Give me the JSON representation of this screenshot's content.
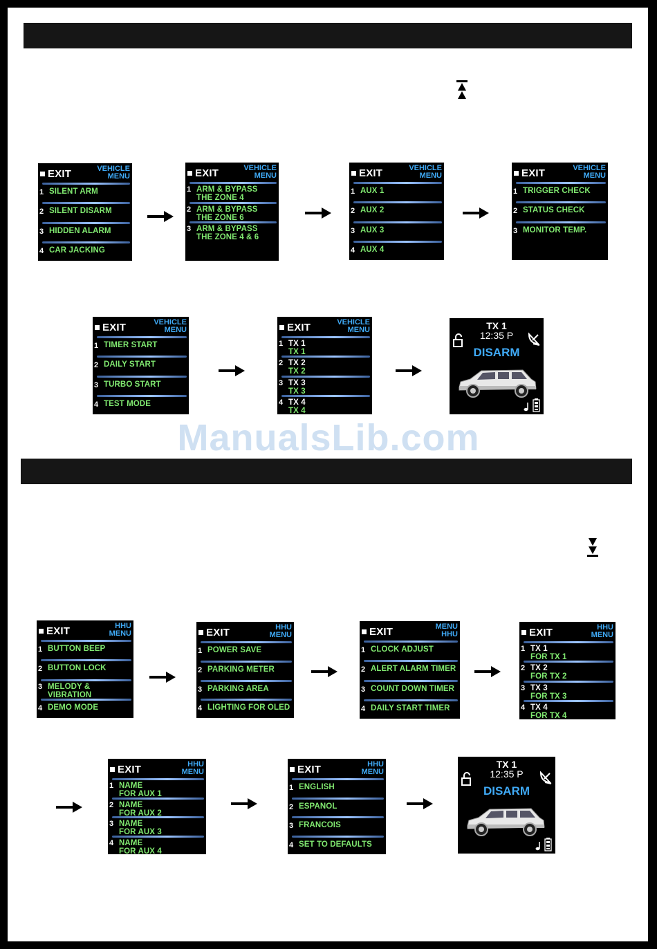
{
  "watermark": "ManualsLib.com",
  "common": {
    "exit": "EXIT"
  },
  "tags": {
    "vehicle": "VEHICLE\nMENU",
    "hhu": "HHU\nMENU",
    "menu_hhu": "MENU\nHHU"
  },
  "screens": {
    "v1": [
      [
        "1",
        "SILENT ARM"
      ],
      [
        "2",
        "SILENT DISARM"
      ],
      [
        "3",
        "HIDDEN ALARM"
      ],
      [
        "4",
        "CAR JACKING"
      ]
    ],
    "v2": [
      [
        "1",
        "ARM & BYPASS",
        "THE ZONE 4"
      ],
      [
        "2",
        "ARM & BYPASS",
        "THE ZONE 6"
      ],
      [
        "3",
        "ARM & BYPASS",
        "THE ZONE 4 & 6"
      ]
    ],
    "v3": [
      [
        "1",
        "AUX  1"
      ],
      [
        "2",
        "AUX  2"
      ],
      [
        "3",
        "AUX  3"
      ],
      [
        "4",
        "AUX  4"
      ]
    ],
    "v4": [
      [
        "1",
        "TRIGGER CHECK"
      ],
      [
        "2",
        "STATUS  CHECK"
      ],
      [
        "3",
        "MONITOR TEMP."
      ]
    ],
    "v5": [
      [
        "1",
        "TIMER START"
      ],
      [
        "2",
        "DAILY START"
      ],
      [
        "3",
        "TURBO START"
      ],
      [
        "4",
        "TEST MODE"
      ]
    ],
    "v6": [
      [
        "1",
        "TX 1",
        "TX 1"
      ],
      [
        "2",
        "TX 2",
        "TX 2"
      ],
      [
        "3",
        "TX 3",
        "TX 3"
      ],
      [
        "4",
        "TX 4",
        "TX 4"
      ]
    ],
    "h1": [
      [
        "1",
        "BUTTON BEEP"
      ],
      [
        "2",
        "BUTTON LOCK"
      ],
      [
        "3",
        "MELODY &",
        "VIBRATION"
      ],
      [
        "4",
        "DEMO MODE"
      ]
    ],
    "h2": [
      [
        "1",
        "POWER SAVE"
      ],
      [
        "2",
        "PARKING METER"
      ],
      [
        "3",
        "PARKING AREA"
      ],
      [
        "4",
        "LIGHTING FOR OLED"
      ]
    ],
    "h3": [
      [
        "1",
        "CLOCK ADJUST"
      ],
      [
        "2",
        "ALERT ALARM TIMER"
      ],
      [
        "3",
        "COUNT DOWN TIMER"
      ],
      [
        "4",
        "DAILY START TIMER"
      ]
    ],
    "h4": [
      [
        "1",
        "TX 1",
        "FOR TX 1"
      ],
      [
        "2",
        "TX 2",
        "FOR TX 2"
      ],
      [
        "3",
        "TX 3",
        "FOR TX 3"
      ],
      [
        "4",
        "TX 4",
        "FOR TX 4"
      ]
    ],
    "h5": [
      [
        "1",
        "NAME",
        "FOR AUX 1"
      ],
      [
        "2",
        "NAME",
        "FOR AUX 2"
      ],
      [
        "3",
        "NAME",
        "FOR AUX 3"
      ],
      [
        "4",
        "NAME",
        "FOR AUX 4"
      ]
    ],
    "h6": [
      [
        "1",
        "ENGLISH"
      ],
      [
        "2",
        "ESPANOL"
      ],
      [
        "3",
        "FRANCOIS"
      ],
      [
        "4",
        "SET TO DEFAULTS"
      ]
    ]
  },
  "status": {
    "tx": "TX 1",
    "time": "12:35 P",
    "state": "DISARM"
  }
}
